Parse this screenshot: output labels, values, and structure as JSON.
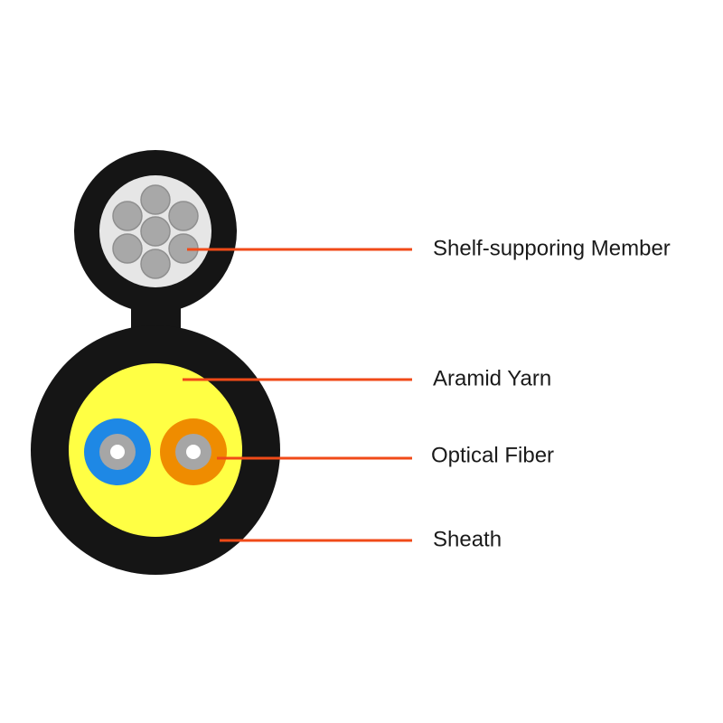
{
  "labels": {
    "member": "Shelf-supporing Member",
    "aramid": "Aramid Yarn",
    "fiber": "Optical Fiber",
    "sheath": "Sheath"
  },
  "colors": {
    "sheath": "#151515",
    "messenger_fill": "#e6e6e6",
    "wire": "#a8a8a8",
    "wire_stroke": "#8f8f8f",
    "aramid": "#ffff44",
    "fiber_blue": "#1e88e5",
    "fiber_orange": "#ef8c00",
    "fiber_core_ring": "#a6a6a6",
    "fiber_core": "#ffffff",
    "leader": "#f04a18",
    "text": "#1a1a1a"
  }
}
